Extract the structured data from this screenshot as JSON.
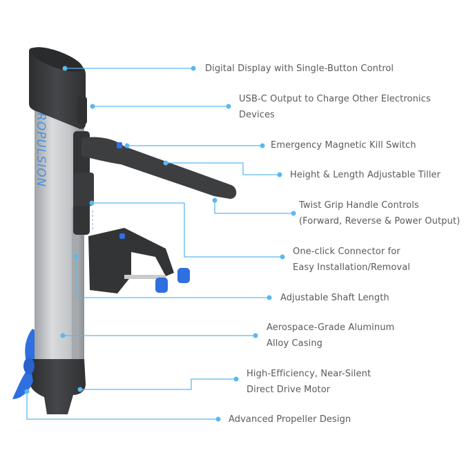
{
  "brand_text": "EPROPULSION",
  "colors": {
    "accent": "#5ab8f0",
    "text": "#5a5a5a",
    "housing_dark": "#3b3c3e",
    "shaft_silver": "#bfc2c5",
    "propeller_blue": "#2f6fe0"
  },
  "callouts": [
    {
      "id": "display",
      "lines": [
        "Digital Display with Single-Button Control"
      ]
    },
    {
      "id": "usbc",
      "lines": [
        "USB-C Output to Charge Other Electronics",
        "Devices"
      ]
    },
    {
      "id": "kill",
      "lines": [
        "Emergency Magnetic Kill Switch"
      ]
    },
    {
      "id": "tiller",
      "lines": [
        "Height & Length Adjustable Tiller"
      ]
    },
    {
      "id": "twist",
      "lines": [
        "Twist Grip Handle Controls",
        "(Forward, Reverse & Power Output)"
      ]
    },
    {
      "id": "connector",
      "lines": [
        "One-click Connector for",
        "Easy Installation/Removal"
      ]
    },
    {
      "id": "shaft",
      "lines": [
        "Adjustable Shaft Length"
      ]
    },
    {
      "id": "casing",
      "lines": [
        "Aerospace-Grade Aluminum",
        "Alloy Casing"
      ]
    },
    {
      "id": "motor",
      "lines": [
        "High-Efficiency, Near-Silent",
        "Direct Drive Motor"
      ]
    },
    {
      "id": "propeller",
      "lines": [
        "Advanced Propeller Design"
      ]
    }
  ]
}
